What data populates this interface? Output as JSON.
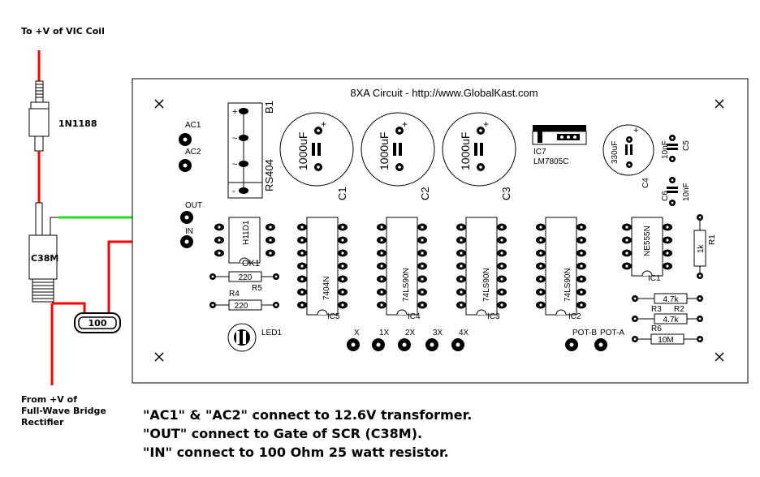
{
  "left_labels": {
    "top_label": "To +V of VIC Coil",
    "diode": "1N1188",
    "scr": "C38M",
    "resistor": "100",
    "bottom_label_lines": [
      "From +V of",
      "Full-Wave Bridge",
      "Rectifier"
    ]
  },
  "board": {
    "title": "8XA Circuit   -   http://www.GlobalKast.com",
    "ac1": "AC1",
    "ac2": "AC2",
    "out": "OUT",
    "in": "IN",
    "b1": "B1",
    "rs404": "RS404",
    "bridge_pins": [
      "+",
      "~",
      "~",
      "-"
    ],
    "cap_value": "1000uF",
    "cap_plus": "+",
    "c1": "C1",
    "c2": "C2",
    "c3": "C3",
    "ic7": "IC7",
    "lm7805c": "LM7805C",
    "c4_value": "330uF",
    "c4": "C4",
    "c5_value": "10nF",
    "c5": "C5",
    "c6_value": "10nF",
    "c6": "C6",
    "ok1_chip": "H11D1",
    "ok1": "OK1",
    "ic5_chip": "7404N",
    "ic5": "IC5",
    "ic4_chip": "74LS90N",
    "ic4": "IC4",
    "ic3_chip": "74LS90N",
    "ic3": "IC3",
    "ic2_chip": "74LS90N",
    "ic2": "IC2",
    "ic1_chip": "NE555N",
    "ic1": "IC1",
    "r1_value": "1k",
    "r1": "R1",
    "r5_value": "220",
    "r5": "R5",
    "r4": "R4",
    "r4_value": "220",
    "r3_value": "4.7k",
    "r3": "R3",
    "r2_value": "4.7k",
    "r2": "R2",
    "r6": "R6",
    "r6_value": "10M",
    "led1": "LED1",
    "out_x": "X",
    "out_1x": "1X",
    "out_2x": "2X",
    "out_3x": "3X",
    "out_4x": "4X",
    "pot_b": "POT-B",
    "pot_a": "POT-A"
  },
  "notes": [
    "\"AC1\" & \"AC2\" connect to 12.6V transformer.",
    "\"OUT\" connect to Gate of SCR (C38M).",
    "\"IN\" connect to 100 Ohm 25 watt resistor."
  ],
  "colors": {
    "wire_red": "#ff0000",
    "wire_green": "#22dd22",
    "ink": "#000000",
    "board_bg": "#ffffff"
  }
}
